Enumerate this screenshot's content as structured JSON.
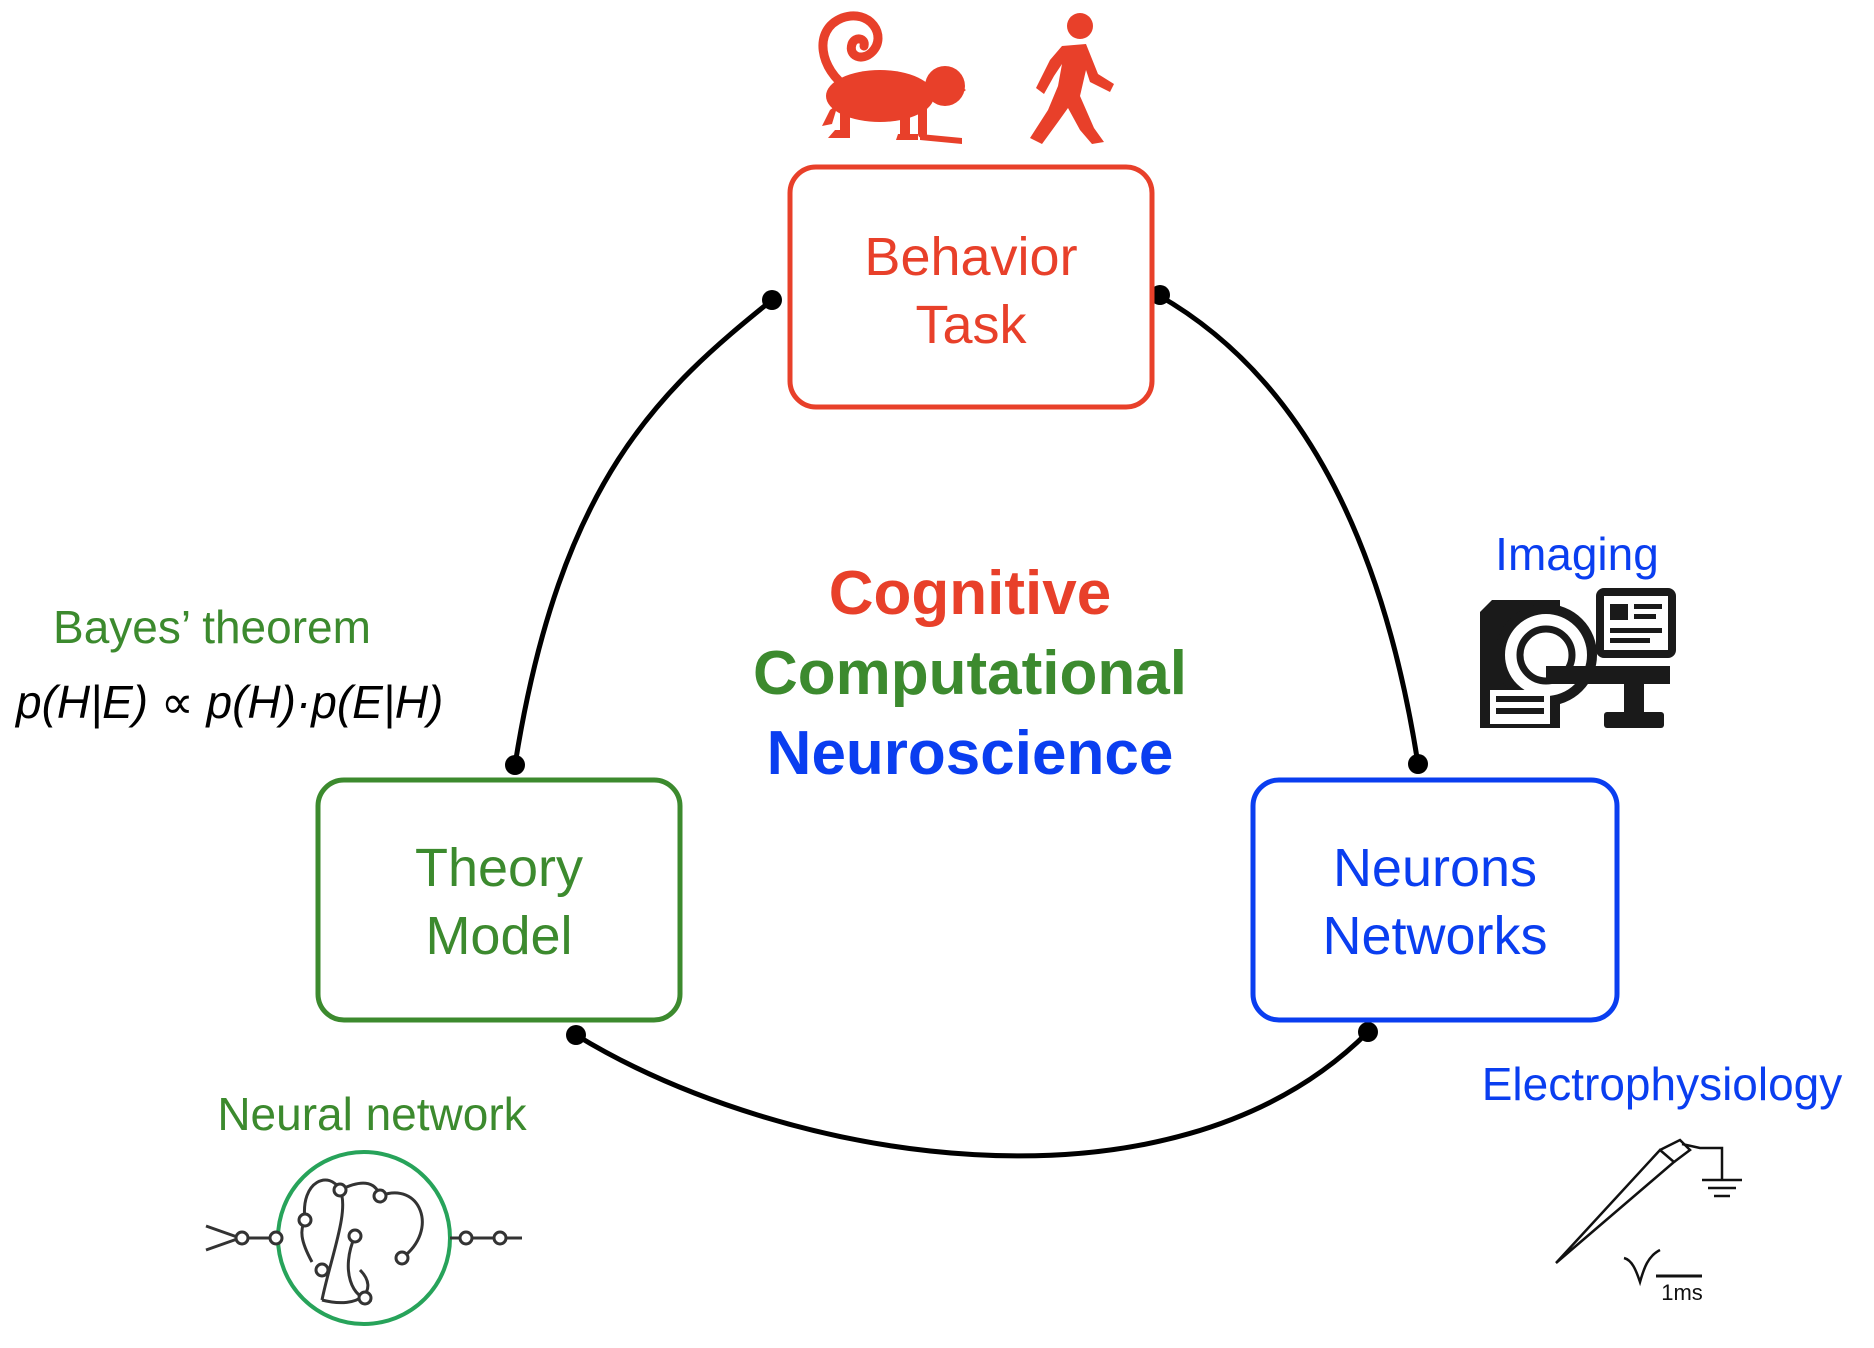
{
  "colors": {
    "behavior": "#e8402a",
    "theory": "#3c8a2e",
    "neurons": "#0a3ef0",
    "network_circle": "#27a35a",
    "connector": "#000000",
    "icon_dark": "#1a1a1a"
  },
  "center_title": {
    "line1": "Cognitive",
    "line2": "Computational",
    "line3": "Neuroscience"
  },
  "boxes": {
    "behavior": {
      "line1": "Behavior",
      "line2": "Task"
    },
    "theory": {
      "line1": "Theory",
      "line2": "Model"
    },
    "neurons": {
      "line1": "Neurons",
      "line2": "Networks"
    }
  },
  "labels": {
    "bayes": "Bayes’ theorem",
    "formula": "p(H|E) ∝ p(H)·p(E|H)",
    "neural_network": "Neural network",
    "imaging": "Imaging",
    "electrophysiology": "Electrophysiology",
    "scale_bar": "1ms"
  },
  "icons": {
    "monkey": "monkey-icon",
    "walking_person": "walking-person-icon",
    "mri_scanner": "mri-scanner-icon",
    "neural_network": "neural-network-icon",
    "electrode": "electrode-icon"
  }
}
